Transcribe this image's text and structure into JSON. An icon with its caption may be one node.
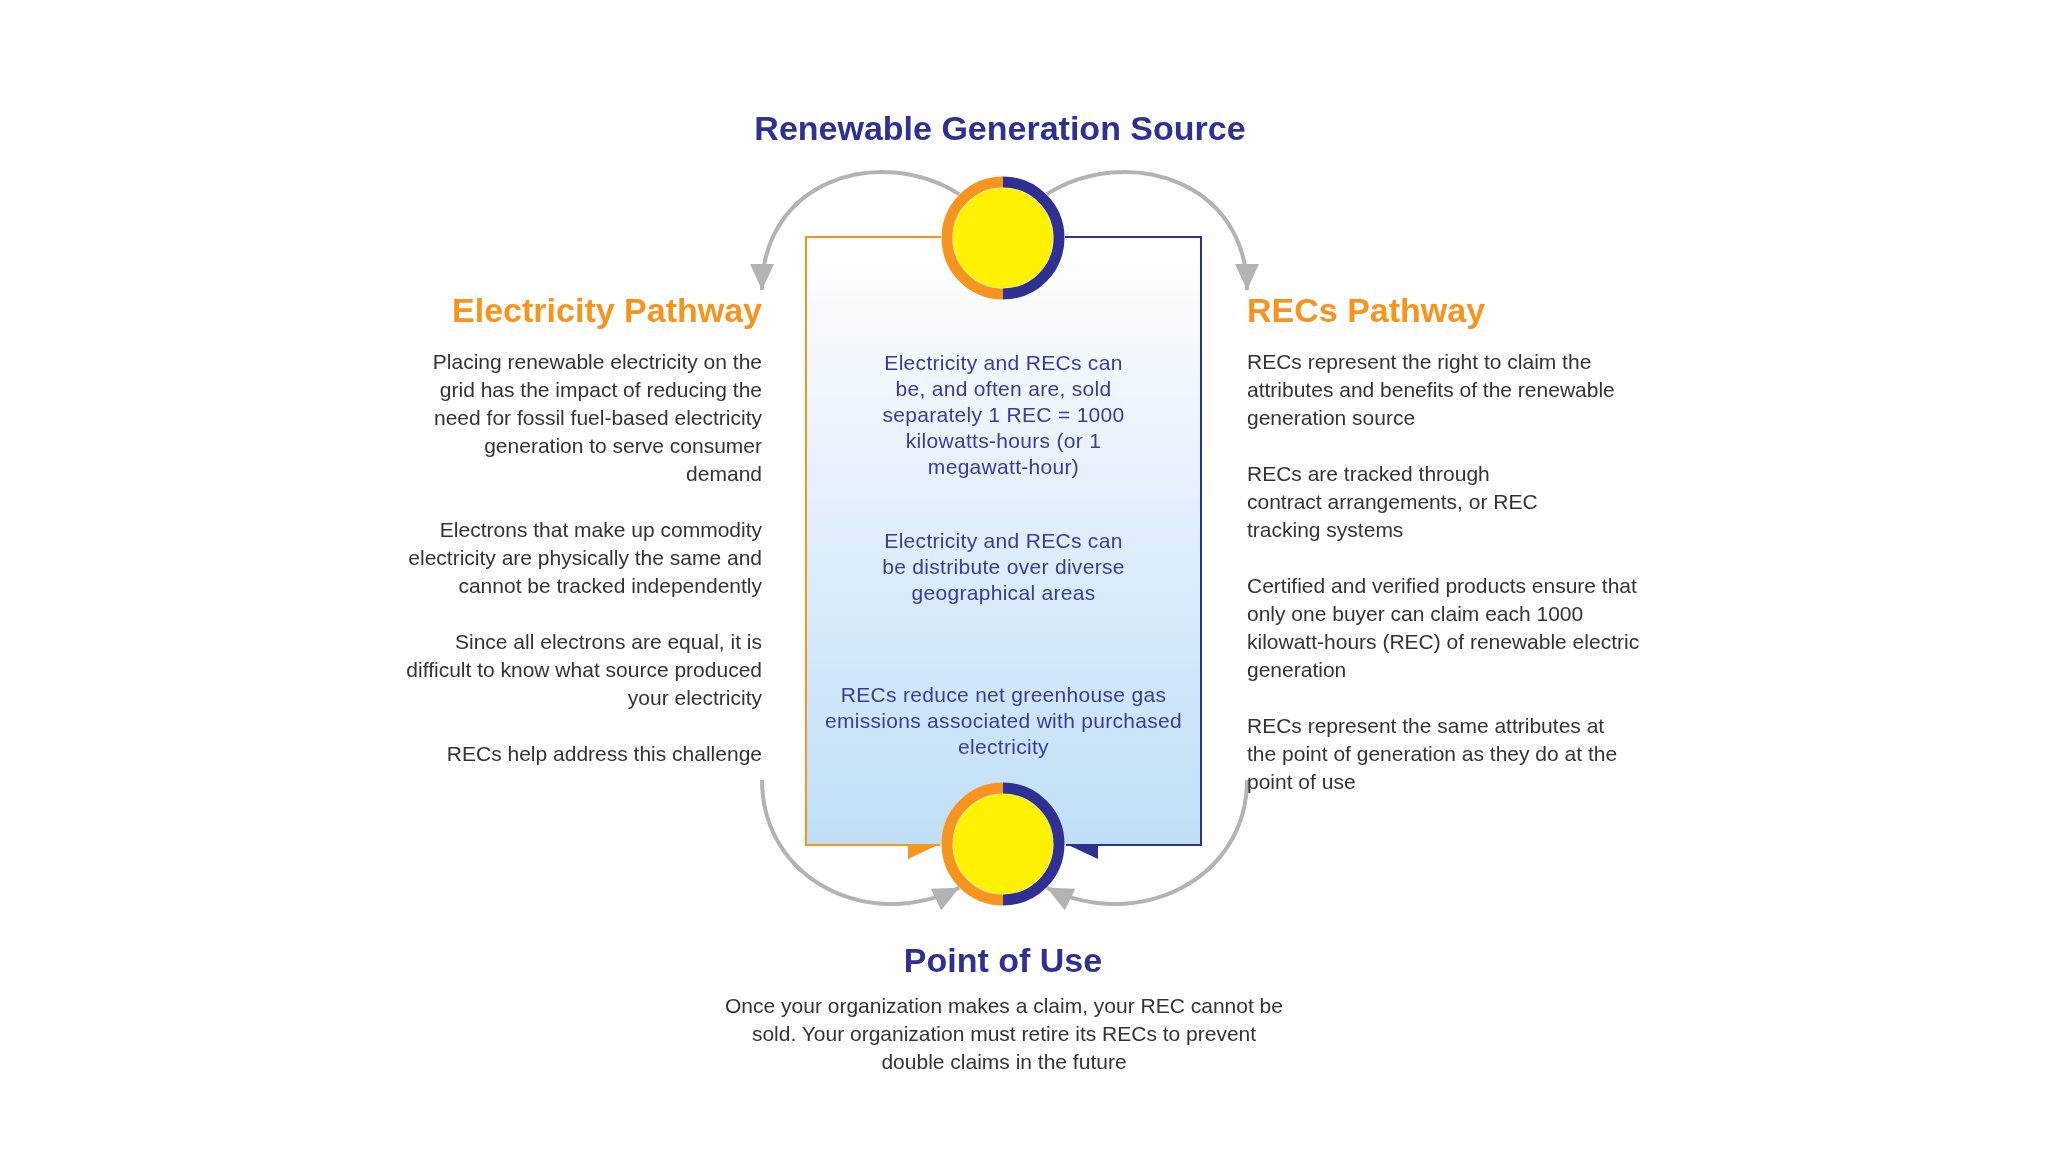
{
  "diagram": {
    "title": "Renewable Generation Source",
    "nodes": [
      {
        "text": [],
        "shape": "circle"
      },
      {
        "text": [
          "Electricity and RECs can be, and often are, sold separately 1 REC = 1000 kilowatts-hours (or 1 megawatt-hour)",
          "Electricity and RECs can be distribute over diverse geographical areas",
          "RECs reduce net greenhouse gas emissions associated with purchased electricity"
        ]
      },
      {
        "text": [],
        "shape": "circle"
      },
      {
        "text": [
          "Electricity Pathway",
          "Placing renewable electricity on the grid has the impact of reducing the need for fossil fuel-based electricity generation to serve consumer demand",
          "Electrons that make up commodity electricity are physically the same and cannot be tracked independently",
          "Since all electrons are equal, it is difficult to know what source produced your electricity",
          "RECs help address this challenge"
        ]
      },
      {
        "text": [
          "RECs Pathway",
          "RECs represent the right to claim the attributes and benefits of the renewable generation source",
          "RECs are tracked through contract arrangements, or REC tracking systems",
          "Certified and verified products ensure that only one buyer can claim each 1000 kilowatt-hours (REC) of renewable electric generation",
          "RECs represent the same attributes at the point of generation as they do at the point of use"
        ]
      }
    ],
    "edges": [
      {
        "from": 0,
        "to": 3,
        "arrow": "to"
      },
      {
        "from": 0,
        "to": 4,
        "arrow": "to"
      },
      {
        "from": 0,
        "to": 2,
        "arrow": "to",
        "color": "#f7941d"
      },
      {
        "from": 0,
        "to": 2,
        "arrow": "to",
        "color": "#2e3192"
      },
      {
        "from": 3,
        "to": 2,
        "arrow": "to"
      },
      {
        "from": 4,
        "to": 2,
        "arrow": "to"
      }
    ],
    "labels": [
      "Point of Use",
      "Once your organization makes a claim, your REC cannot be sold. Your organization must retire its RECs to prevent double claims in the future"
    ]
  }
}
